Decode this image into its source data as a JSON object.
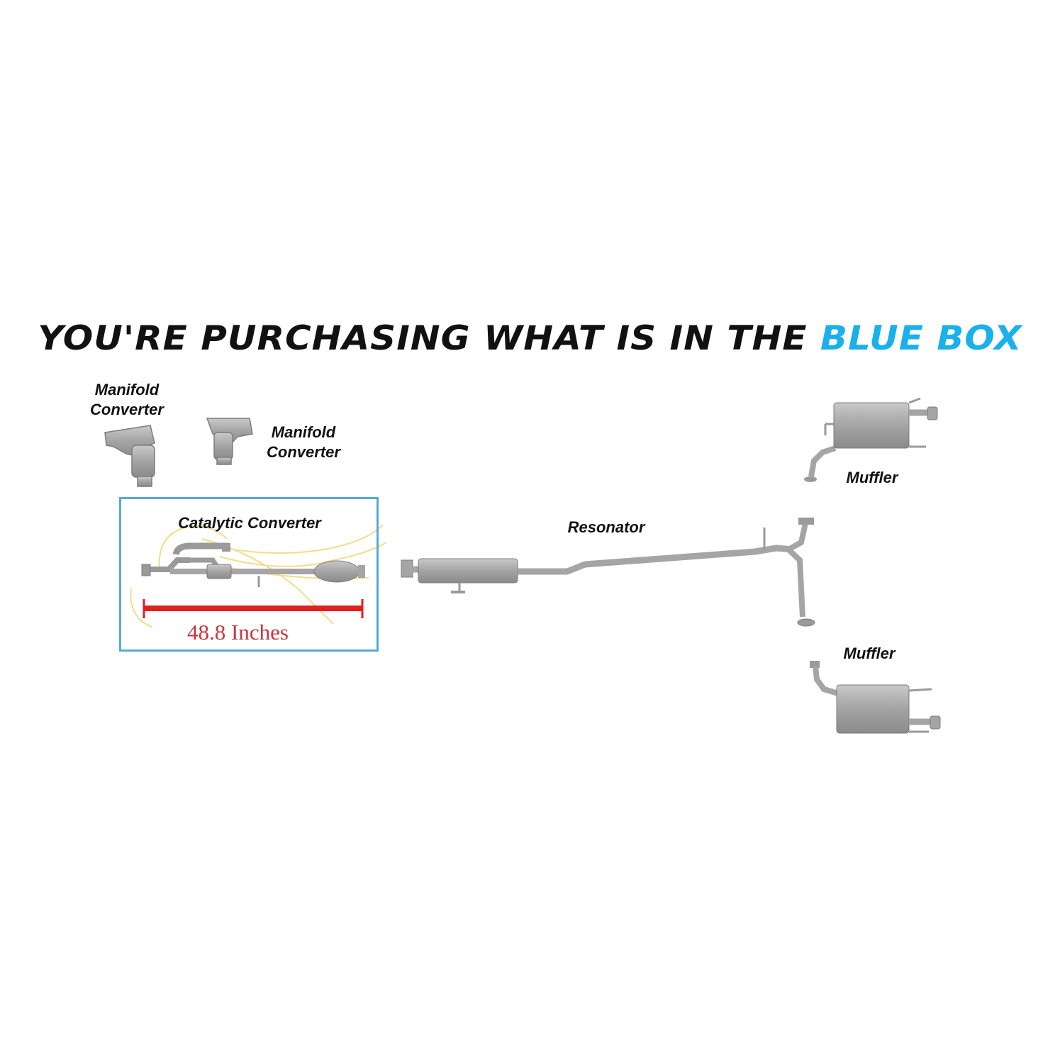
{
  "headline": {
    "main": "YOU'RE PURCHASING WHAT IS IN THE ",
    "accent": "BLUE BOX"
  },
  "colors": {
    "accent": "#1ab0ea",
    "box_border": "#58a9d8",
    "measure": "#c8343b",
    "part_gray": "#a3a3a3"
  },
  "parts": {
    "manifold_left": "Manifold\nConverter",
    "manifold_right": "Manifold\nConverter",
    "catalytic": "Catalytic Converter",
    "resonator": "Resonator",
    "muffler_top": "Muffler",
    "muffler_bottom": "Muffler"
  },
  "measurement": "48.8 Inches"
}
